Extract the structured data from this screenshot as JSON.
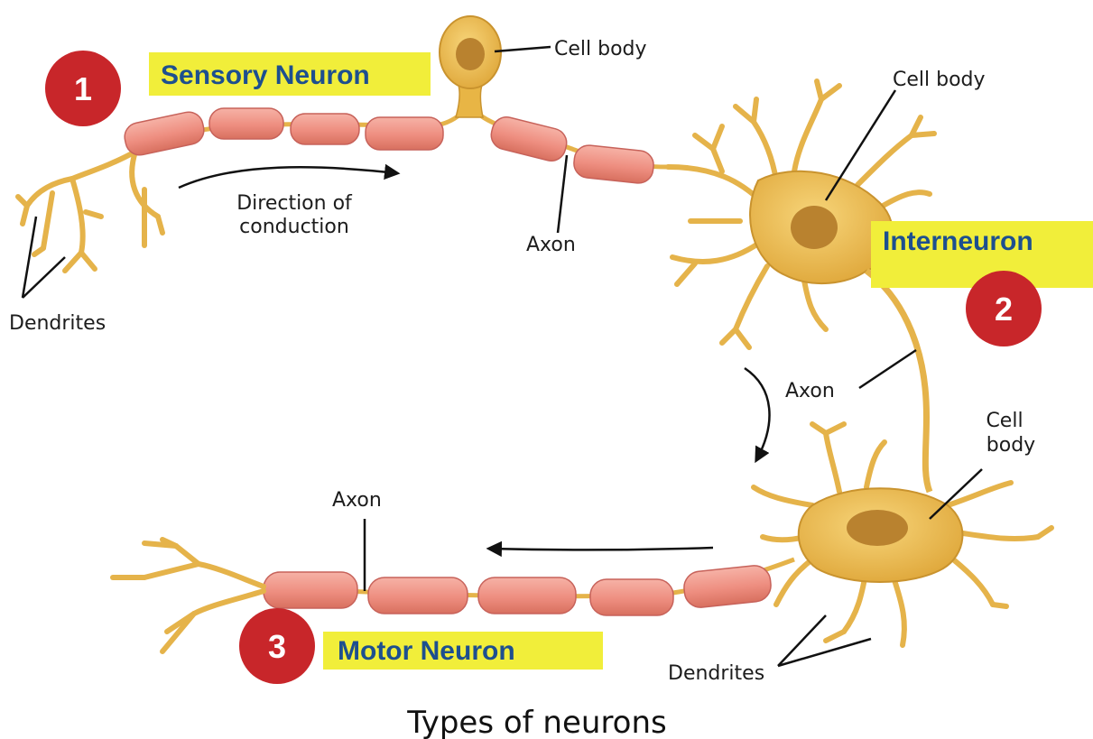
{
  "colors": {
    "badge": "#c8262a",
    "title_fill": "#f1ee3a",
    "title_text": "#1d4f8f",
    "myelin": "#ef8f82",
    "neuron": "#e9b94a",
    "nucleus": "#b9822f",
    "leader": "#111111"
  },
  "neurons": [
    {
      "number": "1",
      "title": "Sensory Neuron"
    },
    {
      "number": "2",
      "title": "Interneuron"
    },
    {
      "number": "3",
      "title": "Motor Neuron"
    }
  ],
  "labels": {
    "sensory_cell_body": "Cell body",
    "sensory_axon": "Axon",
    "sensory_dendrites": "Dendrites",
    "direction_line1": "Direction of",
    "direction_line2": "conduction",
    "inter_cell_body": "Cell body",
    "inter_axon": "Axon",
    "motor_cell_body_line1": "Cell",
    "motor_cell_body_line2": "body",
    "motor_axon": "Axon",
    "motor_dendrites": "Dendrites"
  },
  "caption": "Types of neurons"
}
